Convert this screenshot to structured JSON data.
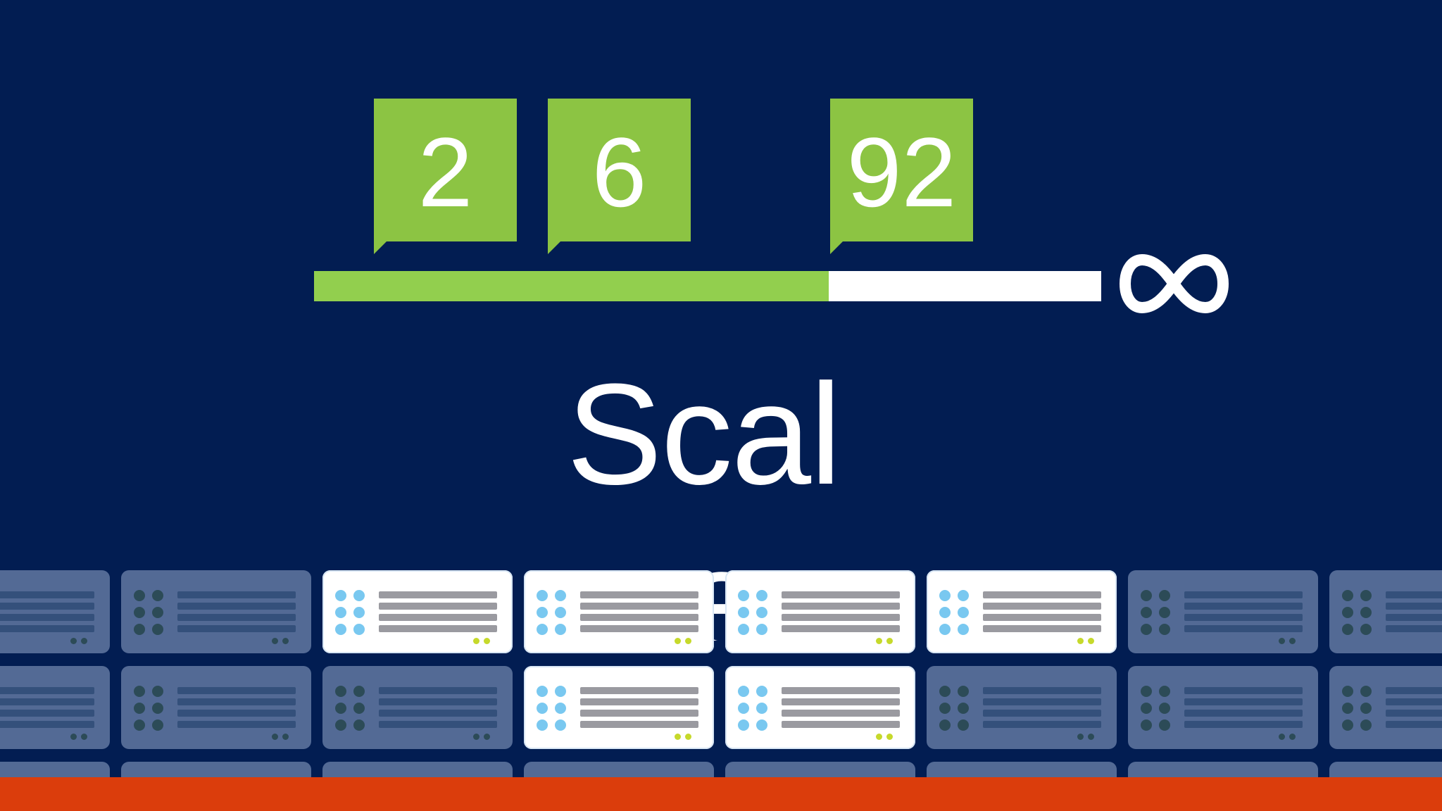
{
  "colors": {
    "background": "#021d52",
    "accent_green": "#8cc443",
    "footer_orange": "#db3d0c"
  },
  "milestones": [
    {
      "label": "2"
    },
    {
      "label": "6"
    },
    {
      "label": "92"
    }
  ],
  "progress": {
    "fraction": 0.654
  },
  "infinity_icon": "infinity-icon",
  "title": "Scal\ne",
  "rack": {
    "icon": "server-icon",
    "rows": [
      [
        false,
        false,
        true,
        true,
        true,
        true,
        false,
        false
      ],
      [
        false,
        false,
        false,
        true,
        true,
        false,
        false,
        false
      ],
      [
        false,
        false,
        false,
        false,
        false,
        false,
        false,
        false
      ]
    ]
  }
}
